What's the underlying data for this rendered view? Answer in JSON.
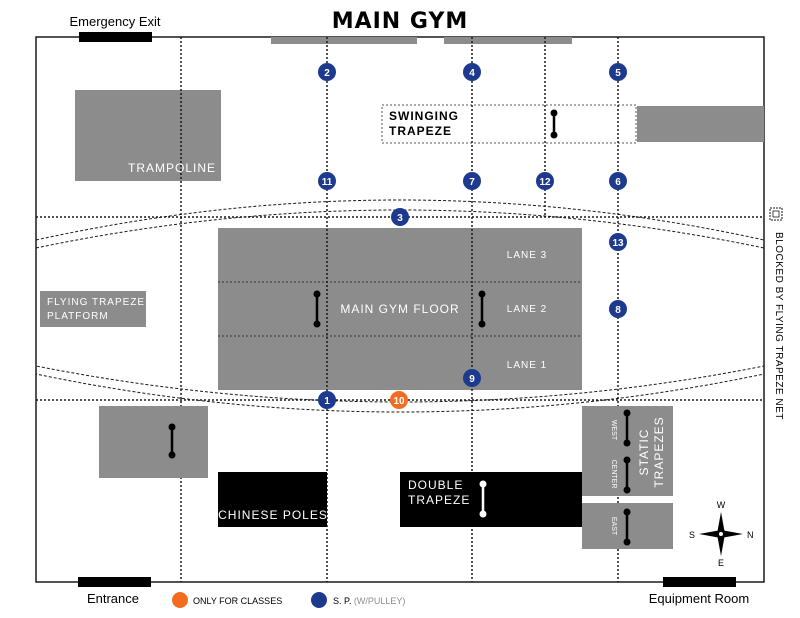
{
  "title": "MAIN GYM",
  "doors": {
    "emergency_exit": "Emergency Exit",
    "entrance": "Entrance",
    "equipment_room": "Equipment Room"
  },
  "areas": {
    "trampoline": "TRAMPOLINE",
    "swinging_trapeze_line1": "SWINGING",
    "swinging_trapeze_line2": "TRAPEZE",
    "flying_platform_line1": "FLYING TRAPEZE",
    "flying_platform_line2": "PLATFORM",
    "main_floor": "MAIN GYM FLOOR",
    "lane3": "LANE 3",
    "lane2": "LANE 2",
    "lane1": "LANE 1",
    "chinese_poles": "CHINESE POLES",
    "double_trapeze_line1": "DOUBLE",
    "double_trapeze_line2": "TRAPEZE",
    "static_trapezes_line1": "STATIC",
    "static_trapezes_line2": "TRAPEZES",
    "west": "WEST",
    "center": "CENTER",
    "east": "EAST"
  },
  "side_note": "BLOCKED BY FLYING TRAPEZE NET",
  "points": [
    "2",
    "4",
    "5",
    "11",
    "7",
    "12",
    "6",
    "3",
    "13",
    "8",
    "9",
    "1",
    "10"
  ],
  "legend": {
    "classes_label": "ONLY FOR CLASSES",
    "classes_color": "#f26c22",
    "sp_label": "S. P.",
    "sp_sub": "(W/PULLEY)",
    "sp_color": "#1e3a8f"
  },
  "compass": {
    "n": "N",
    "s": "S",
    "e": "E",
    "w": "W"
  },
  "colors": {
    "gray": "#8c8c8c",
    "black": "#000000",
    "outline": "#1a1a1a"
  }
}
